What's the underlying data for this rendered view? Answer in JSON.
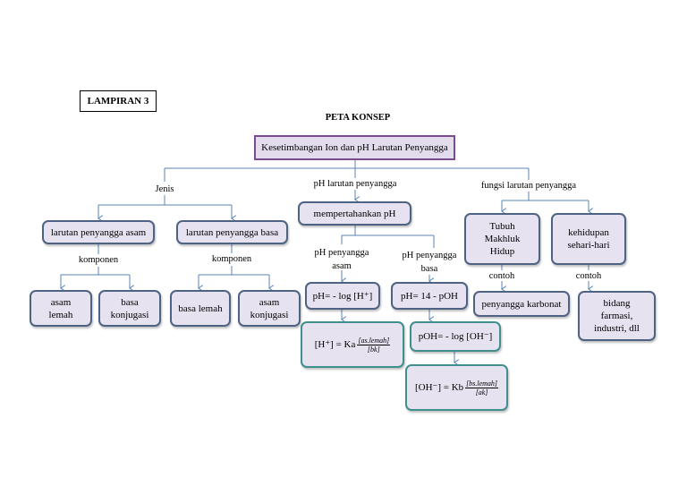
{
  "header": {
    "lampiran": "LAMPIRAN 3",
    "title": "PETA KONSEP"
  },
  "root": "Kesetimbangan Ion dan pH Larutan Penyangga",
  "branches": {
    "jenis": "Jenis",
    "ph": "pH larutan penyangga",
    "fungsi": "fungsi larutan penyangga"
  },
  "jenis": {
    "asam": "larutan penyangga asam",
    "basa": "larutan penyangga basa",
    "komponen_label": "komponen",
    "asam_lemah": "asam lemah",
    "basa_konjugasi": "basa konjugasi",
    "basa_lemah": "basa lemah",
    "asam_konjugasi": "asam konjugasi"
  },
  "ph": {
    "mempertahankan": "mempertahankan pH",
    "asam_label": "pH penyangga asam",
    "basa_label": "pH penyangga basa",
    "ph_asam": "pH= - log [H⁺]",
    "ph_basa": "pH= 14 - pOH",
    "poh": "pOH= - log [OH⁻]",
    "h_formula_lhs": "[H⁺] = Ka",
    "h_formula_num": "[as.lemah]",
    "h_formula_den": "[bk]",
    "oh_formula_lhs": "[OH⁻] = Kb",
    "oh_formula_num": "[bs.lemah]",
    "oh_formula_den": "[ak]"
  },
  "fungsi": {
    "tubuh": "Tubuh Makhluk Hidup",
    "kehidupan": "kehidupan sehari-hari",
    "contoh_label": "contoh",
    "penyangga_karbonat": "penyangga karbonat",
    "bidang": "bidang farmasi, industri, dll"
  },
  "colors": {
    "node_border": "#4e6384",
    "node_fill": "#e6e2ef",
    "root_border": "#7b4a8f",
    "teal_border": "#3f8f8f",
    "line": "#5b84b1"
  }
}
